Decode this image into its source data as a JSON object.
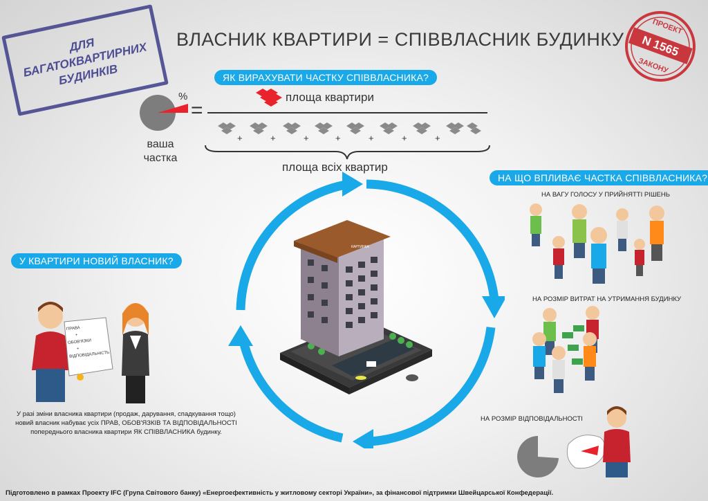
{
  "title": "ВЛАСНИК КВАРТИРИ = СПІВВЛАСНИК БУДИНКУ",
  "stamp_blue": {
    "line1": "ДЛЯ",
    "line2": "БАГАТОКВАРТИРНИХ",
    "line3": "БУДИНКІВ"
  },
  "stamp_red": {
    "top": "ПРОЕКТ",
    "number": "N 1565",
    "bottom": "ЗАКОНУ"
  },
  "formula": {
    "heading": "ЯК ВИРАХУВАТИ ЧАСТКУ СПІВВЛАСНИКА?",
    "percent": "%",
    "equals": "=",
    "numerator": "площа квартири",
    "denominator": "площа всіх квартир",
    "share_line1": "ваша",
    "share_line2": "частка",
    "plus": "+"
  },
  "new_owner": {
    "heading": "У КВАРТИРИ НОВИЙ ВЛАСНИК?",
    "doc_line1": "ПРАВА",
    "doc_line2": "ОБОВ'ЯЗКИ",
    "doc_line3": "ВІДПОВІДАЛЬНІСТЬ",
    "doc_plus": "+",
    "note": "У разі зміни власника квартири (продаж, дарування, спадкування тощо) новий власник набуває усіх ПРАВ, ОБОВ'ЯЗКІВ ТА ВІДПОВІДАЛЬНОСТІ попереднього власника квартири ЯК СПІВВЛАСНИКА будинку."
  },
  "effects": {
    "heading": "НА ЩО ВПЛИВАЄ ЧАСТКА СПІВВЛАСНИКА?",
    "item1": "НА ВАГУ ГОЛОСУ У ПРИЙНЯТТІ РІШЕНЬ",
    "item2": "НА РОЗМІР ВИТРАТ НА УТРИМАННЯ БУДИНКУ",
    "item3": "НА РОЗМІР ВІДПОВІДАЛЬНОСТІ"
  },
  "building_sign": "КАРТИНКА",
  "footer": "Підготовлено в рамках Проекту IFC (Група Світового банку) «Енергоефективність у житловому секторі України», за фінансової підтримки Швейцарської Конфедерації.",
  "colors": {
    "accent": "#1aa9e8",
    "red": "#e8232b",
    "stamp_blue": "#3d3d8a",
    "stamp_red": "#c8262e"
  }
}
